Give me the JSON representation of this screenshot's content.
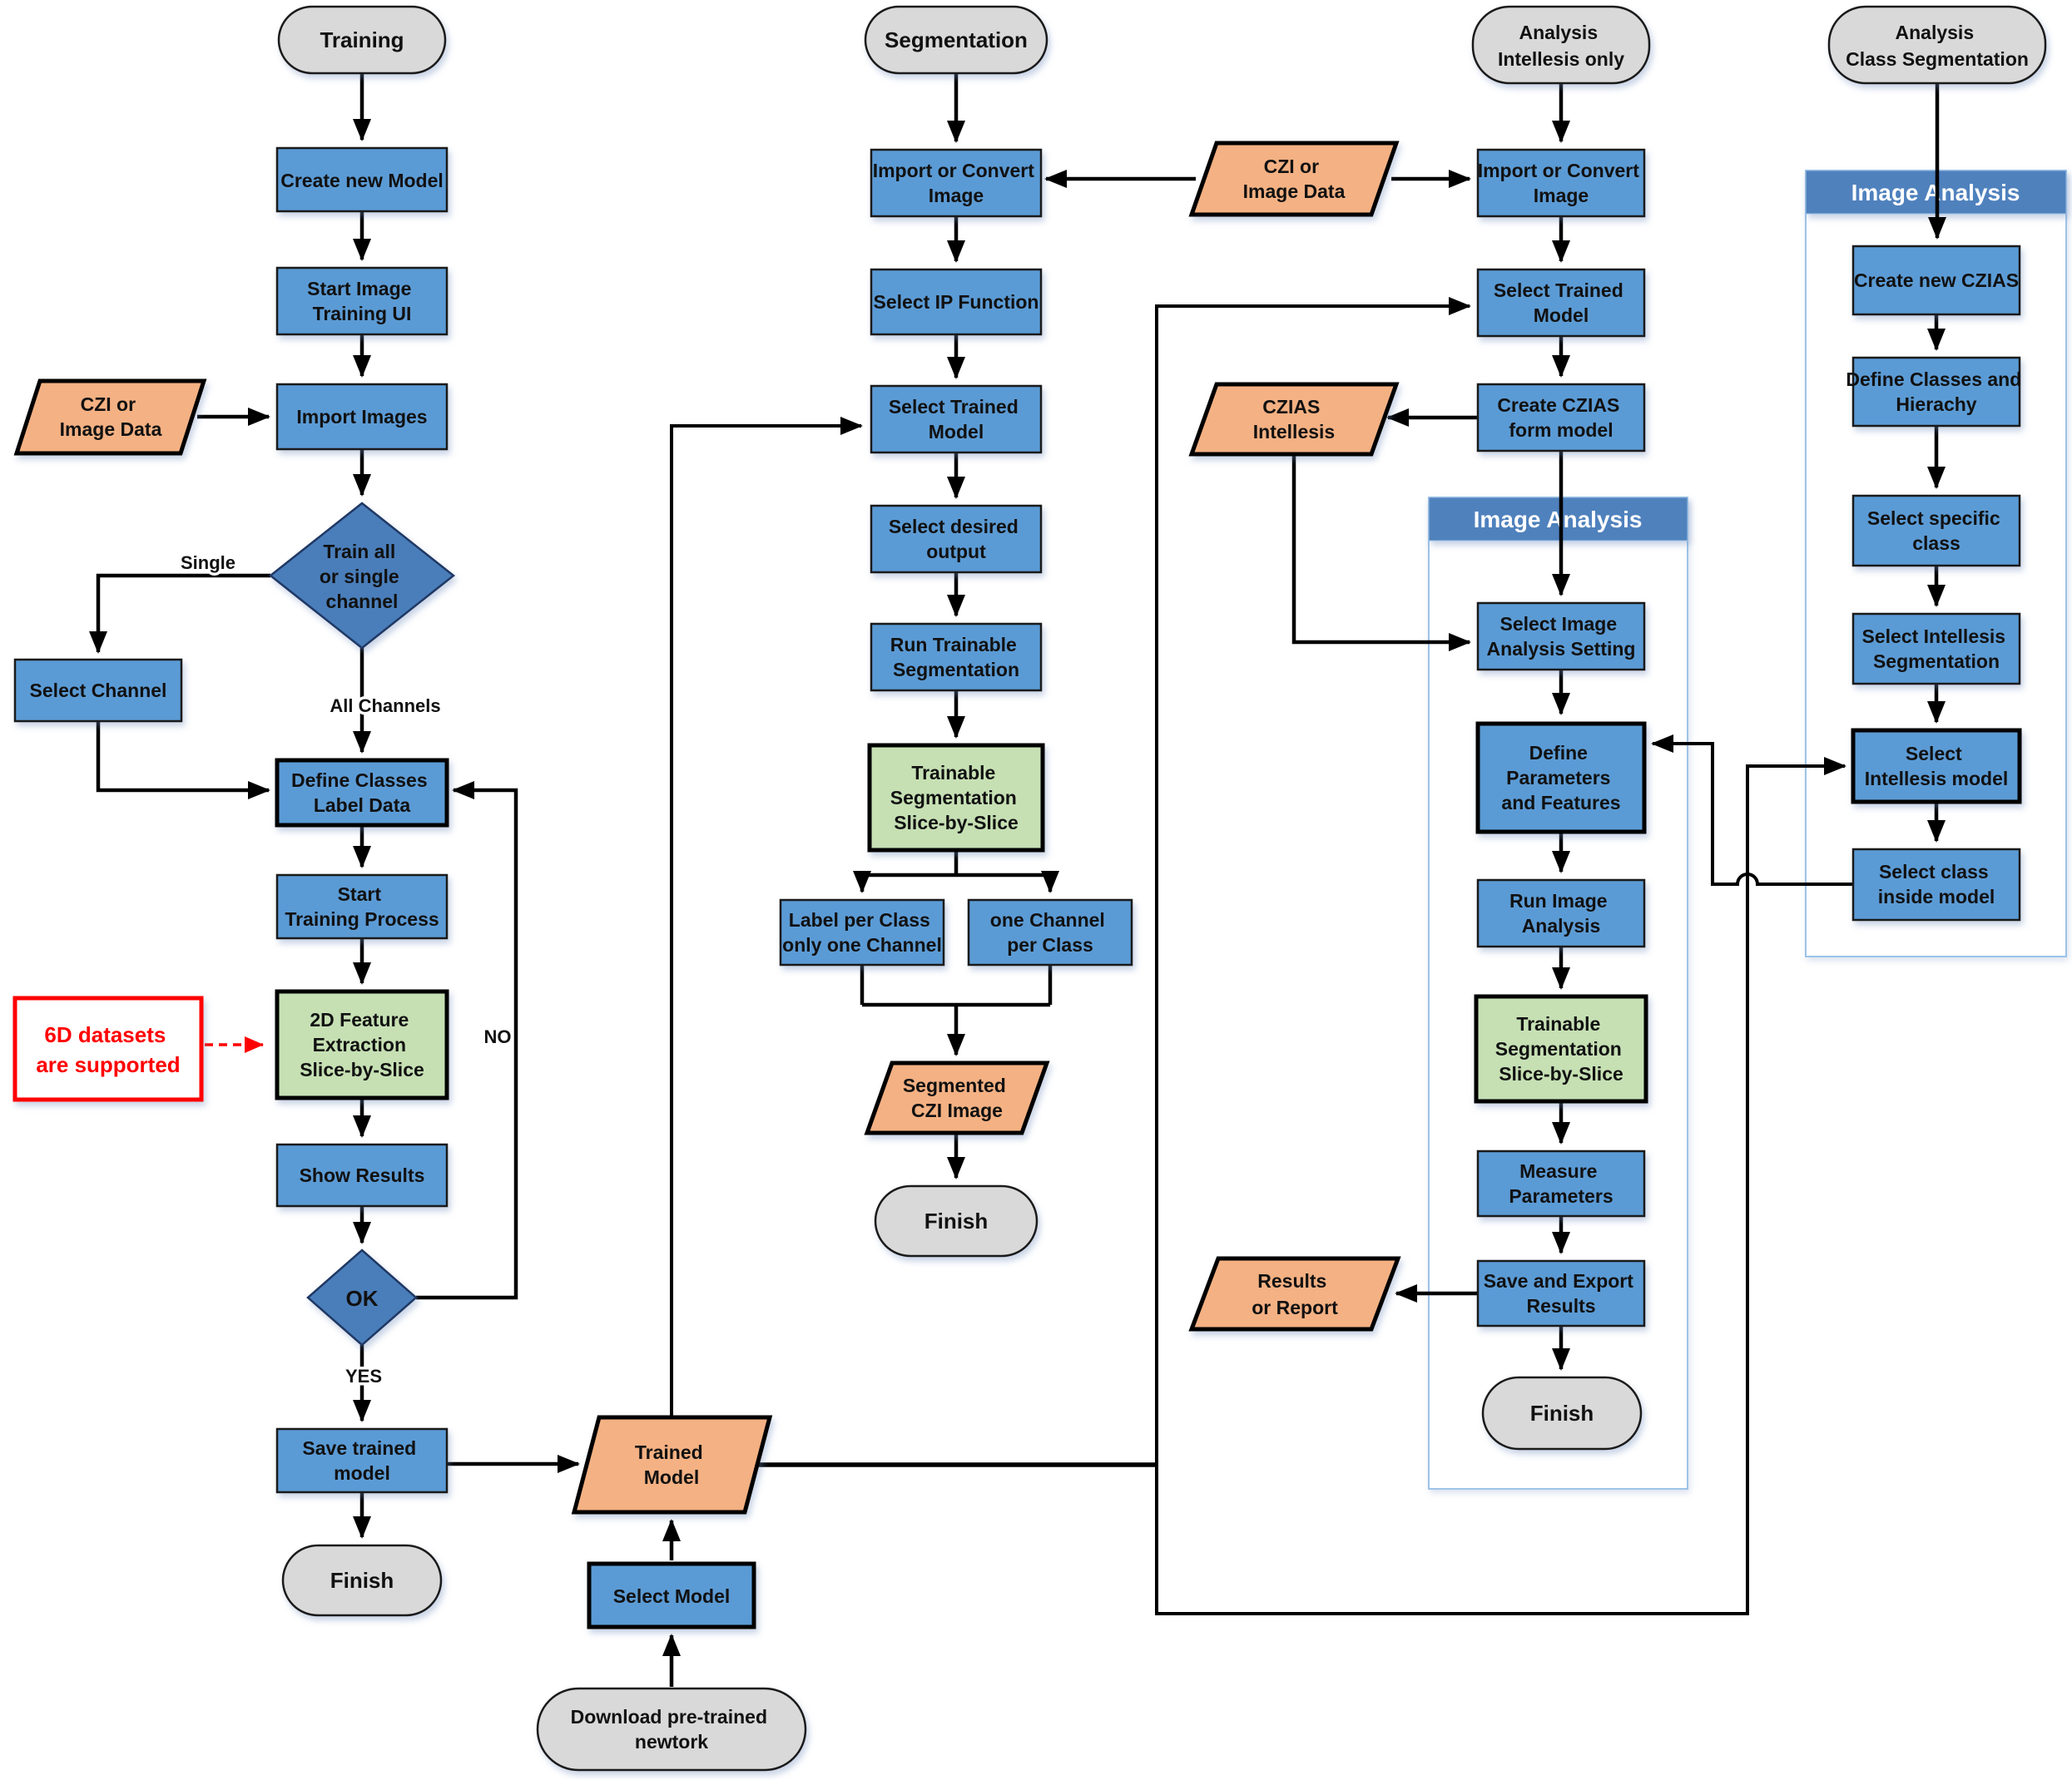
{
  "diagram_type": "flowchart",
  "colors": {
    "process_fill": "#5b9bd5",
    "decision_fill": "#4a7eba",
    "data_fill": "#f4b183",
    "subprocess_fill": "#c6e0b4",
    "terminator_fill": "#d9d9d9",
    "header_fill": "#4f81bd",
    "note_color": "#ff0000",
    "line_color": "#000000",
    "container_border": "#9dc3e6"
  },
  "headers": {
    "image_analysis_mid": "Image Analysis",
    "image_analysis_right": "Image Analysis"
  },
  "edge_labels": {
    "single": "Single",
    "all_channels": "All Channels",
    "yes": "YES",
    "no": "NO"
  },
  "nodes": {
    "training": {
      "label": "Training"
    },
    "create_new_model": {
      "label": "Create new Model"
    },
    "start_image_training_ui": {
      "lines": [
        "Start Image",
        "Training UI"
      ]
    },
    "czi_image_data_1": {
      "lines": [
        "CZI or",
        "Image Data"
      ]
    },
    "import_images": {
      "label": "Import Images"
    },
    "train_all_or_single": {
      "lines": [
        "Train all",
        "or single",
        "channel"
      ]
    },
    "select_channel": {
      "label": "Select Channel"
    },
    "define_classes_label_data": {
      "lines": [
        "Define Classes",
        "Label Data"
      ]
    },
    "start_training_process": {
      "lines": [
        "Start",
        "Training Process"
      ]
    },
    "note_6d": {
      "lines": [
        "6D datasets",
        "are supported"
      ]
    },
    "feature_extraction_2d": {
      "lines": [
        "2D Feature",
        "Extraction",
        "Slice-by-Slice"
      ]
    },
    "show_results": {
      "label": "Show Results"
    },
    "ok": {
      "label": "OK"
    },
    "save_trained_model": {
      "lines": [
        "Save trained",
        "model"
      ]
    },
    "finish_training": {
      "label": "Finish"
    },
    "trained_model": {
      "lines": [
        "Trained",
        "Model"
      ]
    },
    "select_model": {
      "label": "Select Model"
    },
    "download_pretrained": {
      "lines": [
        "Download pre-trained",
        "newtork"
      ]
    },
    "segmentation": {
      "label": "Segmentation"
    },
    "import_or_convert_image_seg": {
      "lines": [
        "Import or Convert",
        "Image"
      ]
    },
    "select_ip_function": {
      "label": "Select IP Function"
    },
    "select_trained_model_seg": {
      "lines": [
        "Select Trained",
        "Model"
      ]
    },
    "select_desired_output": {
      "lines": [
        "Select desired",
        "output"
      ]
    },
    "run_trainable_segmentation": {
      "lines": [
        "Run Trainable",
        "Segmentation"
      ]
    },
    "trainable_seg_seg": {
      "lines": [
        "Trainable",
        "Segmentation",
        "Slice-by-Slice"
      ]
    },
    "label_per_class": {
      "lines": [
        "Label per Class",
        "only one Channel"
      ]
    },
    "one_channel_per_class": {
      "lines": [
        "one Channel",
        "per Class"
      ]
    },
    "segmented_czi_image": {
      "lines": [
        "Segmented",
        "CZI Image"
      ]
    },
    "finish_seg": {
      "label": "Finish"
    },
    "czi_image_data_2": {
      "lines": [
        "CZI or",
        "Image Data"
      ]
    },
    "analysis_intellesis": {
      "lines": [
        "Analysis",
        "Intellesis only"
      ]
    },
    "import_or_convert_image_an": {
      "lines": [
        "Import or Convert",
        "Image"
      ]
    },
    "select_trained_model_an": {
      "lines": [
        "Select Trained",
        "Model"
      ]
    },
    "create_czias_form_model": {
      "lines": [
        "Create CZIAS",
        "form model"
      ]
    },
    "czias_intellesis": {
      "lines": [
        "CZIAS",
        "Intellesis"
      ]
    },
    "select_image_analysis_setting": {
      "lines": [
        "Select Image",
        "Analysis Setting"
      ]
    },
    "define_parameters_features": {
      "lines": [
        "Define",
        "Parameters",
        "and Features"
      ]
    },
    "run_image_analysis": {
      "lines": [
        "Run Image",
        "Analysis"
      ]
    },
    "trainable_seg_an": {
      "lines": [
        "Trainable",
        "Segmentation",
        "Slice-by-Slice"
      ]
    },
    "measure_parameters": {
      "lines": [
        "Measure",
        "Parameters"
      ]
    },
    "save_export_results": {
      "lines": [
        "Save and Export",
        "Results"
      ]
    },
    "finish_an": {
      "label": "Finish"
    },
    "results_or_report": {
      "lines": [
        "Results",
        "or Report"
      ]
    },
    "analysis_class_seg": {
      "lines": [
        "Analysis",
        "Class Segmentation"
      ]
    },
    "create_new_czias": {
      "label": "Create new CZIAS"
    },
    "define_classes_hierachy": {
      "lines": [
        "Define Classes and",
        "Hierachy"
      ]
    },
    "select_specific_class": {
      "lines": [
        "Select specific",
        "class"
      ]
    },
    "select_intellesis_segmentation": {
      "lines": [
        "Select Intellesis",
        "Segmentation"
      ]
    },
    "select_intellesis_model": {
      "lines": [
        "Select",
        "Intellesis model"
      ]
    },
    "select_class_inside_model": {
      "lines": [
        "Select class",
        "inside model"
      ]
    }
  }
}
